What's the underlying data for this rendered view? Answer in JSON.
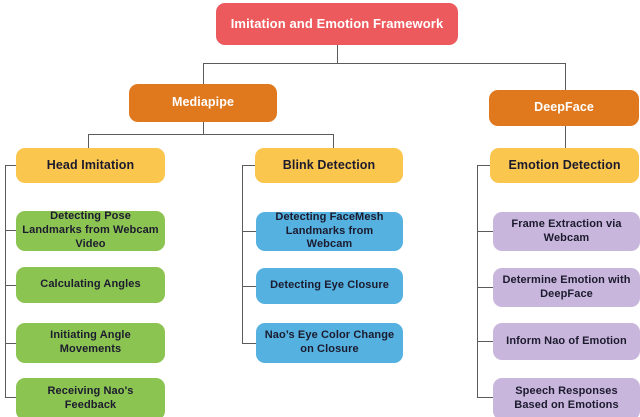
{
  "diagram": {
    "type": "tree-flowchart",
    "root": {
      "label": "Imitation and Emotion Framework"
    },
    "branches": {
      "left": {
        "label": "Mediapipe"
      },
      "right": {
        "label": "DeepFace"
      }
    },
    "columns": [
      {
        "header": "Head Imitation",
        "children": [
          "Detecting Pose Landmarks from Webcam Video",
          "Calculating Angles",
          "Initiating Angle Movements",
          "Receiving Nao's Feedback"
        ]
      },
      {
        "header": "Blink Detection",
        "children": [
          "Detecting FaceMesh Landmarks from Webcam",
          "Detecting Eye Closure",
          "Nao’s Eye Color Change on Closure"
        ]
      },
      {
        "header": "Emotion Detection",
        "children": [
          "Frame Extraction via Webcam",
          "Determine Emotion with DeepFace",
          "Inform Nao of Emotion",
          "Speech Responses Based on Emotions"
        ]
      }
    ],
    "colors": {
      "root_bg": "#ed5a5e",
      "branch_bg": "#e0791e",
      "category_bg": "#fbc64e",
      "head_child_bg": "#8cc452",
      "blink_child_bg": "#54b1e0",
      "emotion_child_bg": "#c9b6dd",
      "light_text": "#ffffff",
      "dark_text": "#1c1b2e",
      "connector": "#5b5b5e"
    }
  }
}
